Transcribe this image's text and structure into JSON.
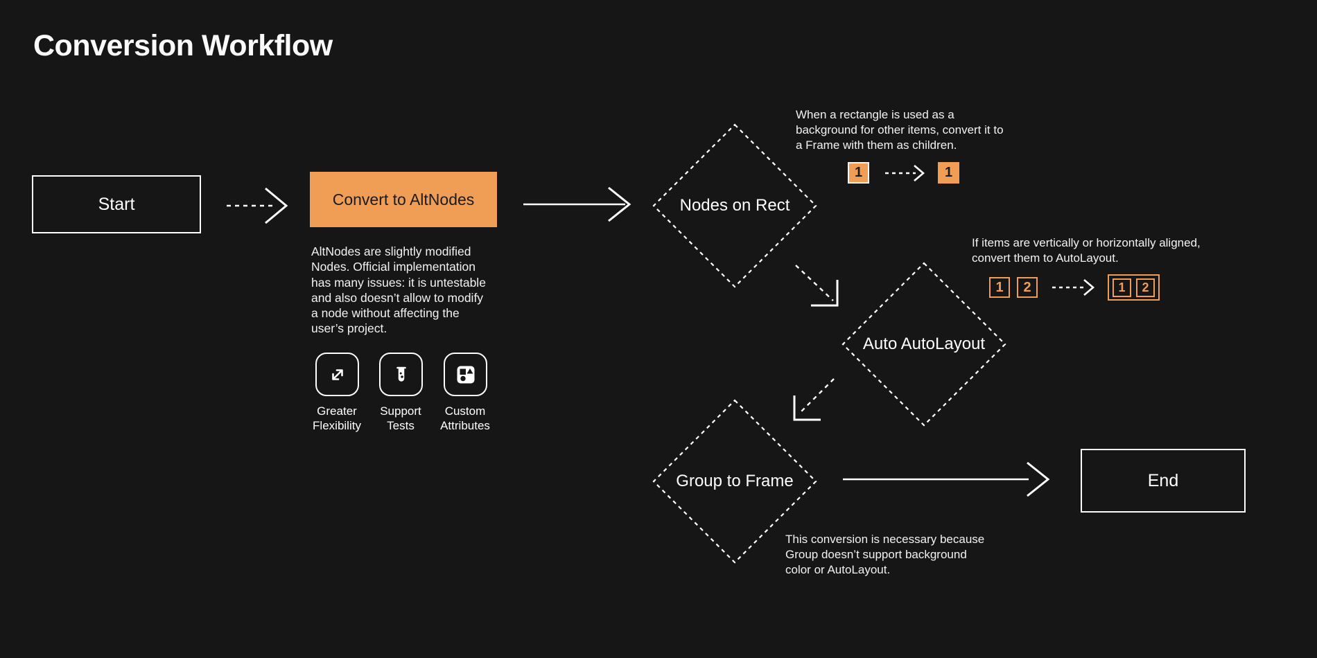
{
  "page": {
    "title": "Conversion Workflow",
    "background": "#161616"
  },
  "colors": {
    "accent_orange": "#f09e56",
    "text_light": "#ffffff",
    "text_dark": "#1b1b1b",
    "line_white": "#ffffff"
  },
  "nodes": {
    "start": {
      "label": "Start",
      "shape": "rectangle-outline"
    },
    "convert": {
      "label": "Convert to AltNodes",
      "shape": "rectangle-filled-orange"
    },
    "nodes_on_rect": {
      "label": "Nodes on Rect",
      "shape": "diamond-dashed"
    },
    "auto_autolayout": {
      "label": "Auto AutoLayout",
      "shape": "diamond-dashed"
    },
    "group_to_frame": {
      "label": "Group to Frame",
      "shape": "diamond-dashed"
    },
    "end": {
      "label": "End",
      "shape": "rectangle-outline"
    }
  },
  "notes": {
    "altnodes": "AltNodes are slightly modified Nodes. Official implementation has many issues: it is untestable and also doesn’t allow to modify a node without affecting the user’s project.",
    "rect_to_frame": "When a rectangle is used as a background for other items, convert it to a Frame with them as children.",
    "autolayout": "If items are vertically or horizontally aligned, convert them to AutoLayout.",
    "group_frame": "This conversion is necessary because Group doesn’t support background color or AutoLayout."
  },
  "features": [
    {
      "icon": "expand-arrows-icon",
      "label": "Greater Flexibility"
    },
    {
      "icon": "test-tube-icon",
      "label": "Support Tests"
    },
    {
      "icon": "shapes-icon",
      "label": "Custom Attributes"
    }
  ],
  "mini": {
    "rect": {
      "before": "1",
      "after": "1"
    },
    "auto": {
      "before": [
        "1",
        "2"
      ],
      "after": [
        "1",
        "2"
      ]
    }
  }
}
